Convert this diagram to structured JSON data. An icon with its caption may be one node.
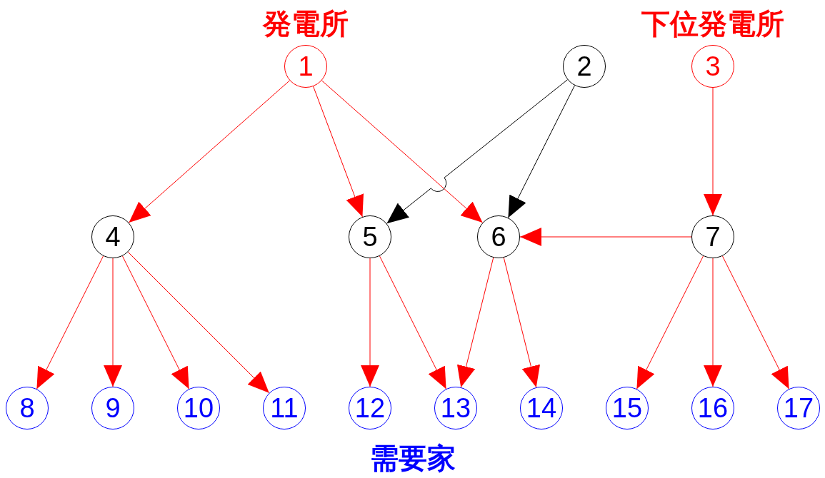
{
  "diagram": {
    "nodes": [
      {
        "text": [
          "1"
        ],
        "beside": [
          "発電所"
        ]
      },
      {
        "text": [
          "2"
        ]
      },
      {
        "text": [
          "3"
        ],
        "beside": [
          "下位発電所"
        ]
      },
      {
        "text": [
          "4"
        ]
      },
      {
        "text": [
          "5"
        ]
      },
      {
        "text": [
          "6"
        ]
      },
      {
        "text": [
          "7"
        ]
      },
      {
        "text": [
          "8"
        ]
      },
      {
        "text": [
          "9"
        ]
      },
      {
        "text": [
          "10"
        ]
      },
      {
        "text": [
          "11"
        ]
      },
      {
        "text": [
          "12"
        ]
      },
      {
        "text": [
          "13"
        ]
      },
      {
        "text": [
          "14"
        ]
      },
      {
        "text": [
          "15"
        ]
      },
      {
        "text": [
          "16"
        ]
      },
      {
        "text": [
          "17"
        ]
      }
    ],
    "edges": [
      {
        "from": 0,
        "to": 3,
        "arrow": "to"
      },
      {
        "from": 0,
        "to": 4,
        "arrow": "to"
      },
      {
        "from": 0,
        "to": 5,
        "arrow": "to"
      },
      {
        "from": 1,
        "to": 4,
        "arrow": "to",
        "color": "#000000"
      },
      {
        "from": 1,
        "to": 5,
        "arrow": "to",
        "color": "#000000"
      },
      {
        "from": 2,
        "to": 6,
        "arrow": "to"
      },
      {
        "from": 6,
        "to": 5,
        "arrow": "to"
      },
      {
        "from": 3,
        "to": 7,
        "arrow": "to"
      },
      {
        "from": 3,
        "to": 8,
        "arrow": "to"
      },
      {
        "from": 3,
        "to": 9,
        "arrow": "to"
      },
      {
        "from": 3,
        "to": 10,
        "arrow": "to"
      },
      {
        "from": 4,
        "to": 11,
        "arrow": "to"
      },
      {
        "from": 4,
        "to": 12,
        "arrow": "to"
      },
      {
        "from": 5,
        "to": 12,
        "arrow": "to"
      },
      {
        "from": 5,
        "to": 13,
        "arrow": "to"
      },
      {
        "from": 6,
        "to": 14,
        "arrow": "to"
      },
      {
        "from": 6,
        "to": 15,
        "arrow": "to"
      },
      {
        "from": 6,
        "to": 16,
        "arrow": "to"
      }
    ],
    "labels": [
      "需要家"
    ]
  }
}
